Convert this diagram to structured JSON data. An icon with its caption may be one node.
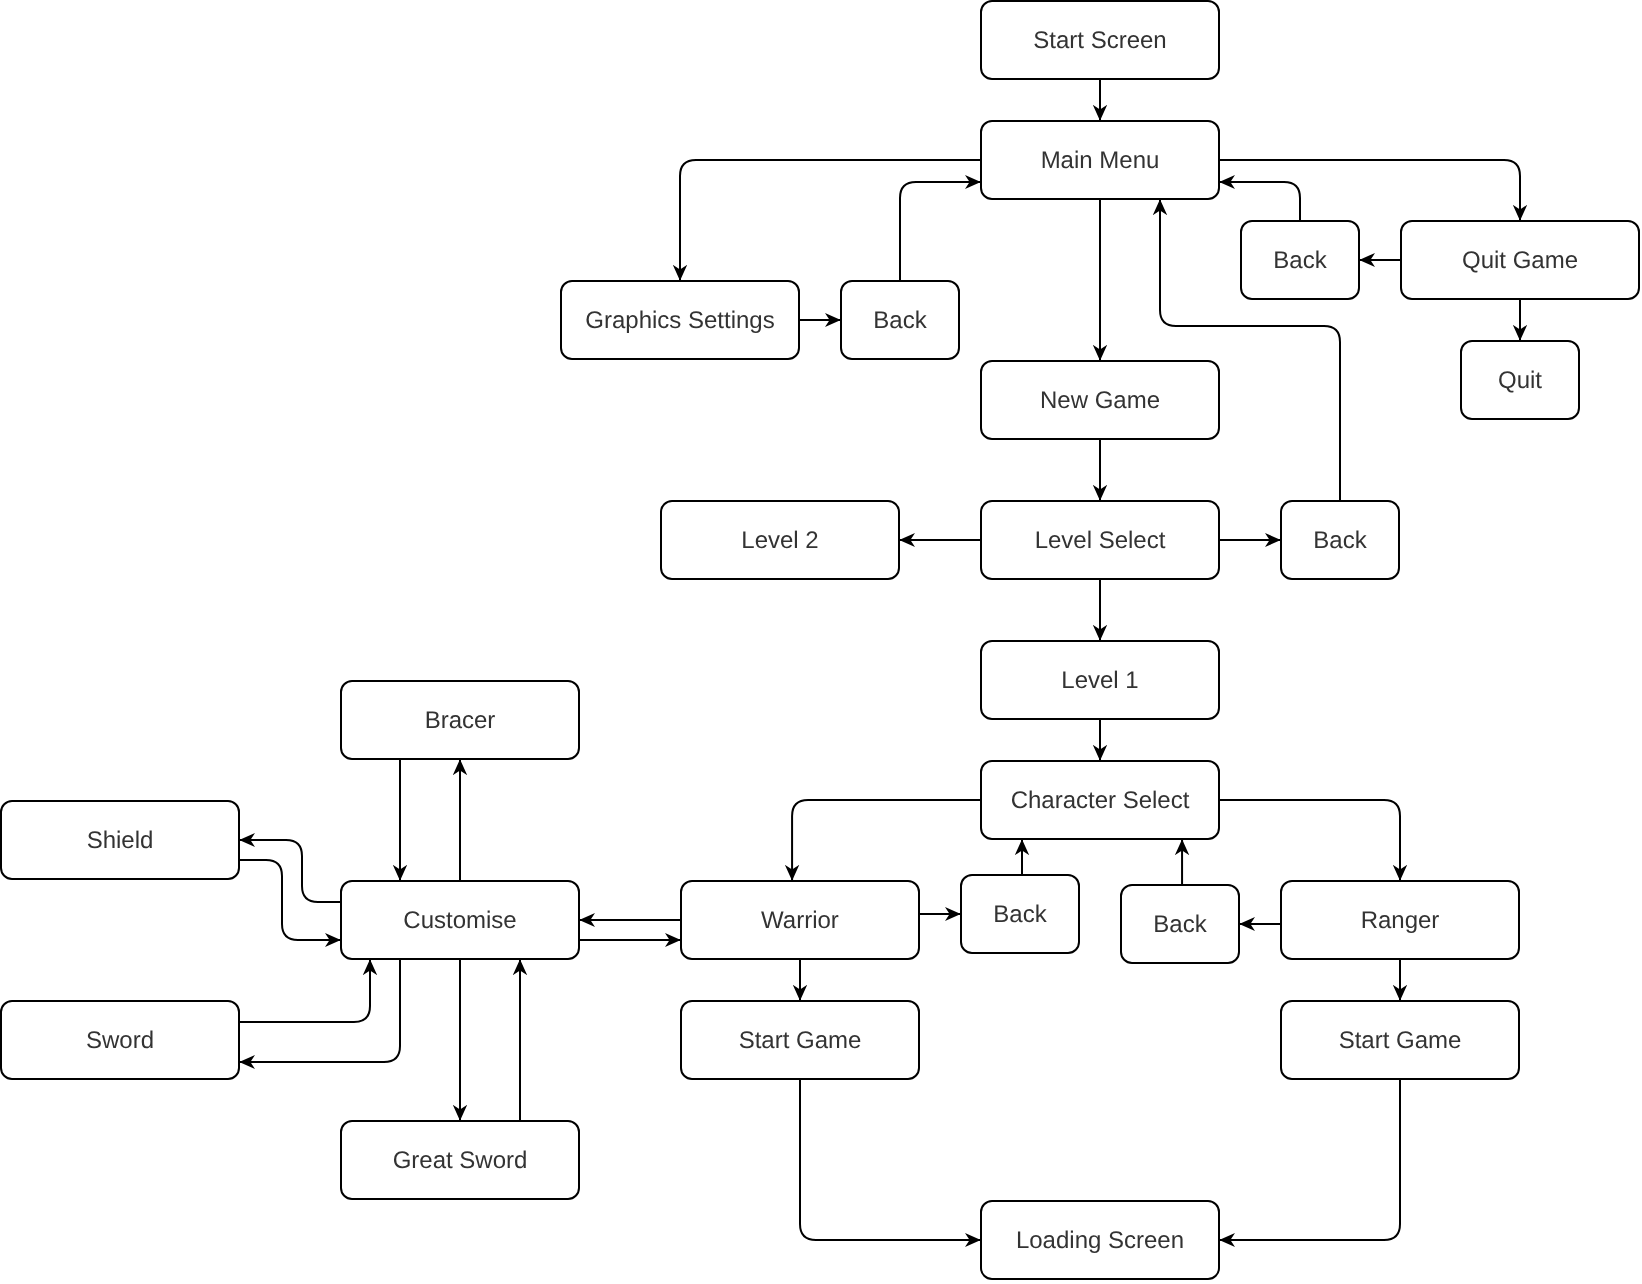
{
  "diagram": {
    "nodes": [
      {
        "text": [
          "Start Screen"
        ]
      },
      {
        "text": [
          "Main Menu"
        ]
      },
      {
        "text": [
          "Graphics Settings"
        ]
      },
      {
        "text": [
          "Back"
        ]
      },
      {
        "text": [
          "Back"
        ]
      },
      {
        "text": [
          "Quit Game"
        ]
      },
      {
        "text": [
          "Quit"
        ]
      },
      {
        "text": [
          "New Game"
        ]
      },
      {
        "text": [
          "Level 2"
        ]
      },
      {
        "text": [
          "Level Select"
        ]
      },
      {
        "text": [
          "Back"
        ]
      },
      {
        "text": [
          "Level 1"
        ]
      },
      {
        "text": [
          "Bracer"
        ]
      },
      {
        "text": [
          "Character Select"
        ]
      },
      {
        "text": [
          "Shield"
        ]
      },
      {
        "text": [
          "Customise"
        ]
      },
      {
        "text": [
          "Warrior"
        ]
      },
      {
        "text": [
          "Back"
        ]
      },
      {
        "text": [
          "Back"
        ]
      },
      {
        "text": [
          "Ranger"
        ]
      },
      {
        "text": [
          "Sword"
        ]
      },
      {
        "text": [
          "Start Game"
        ]
      },
      {
        "text": [
          "Start Game"
        ]
      },
      {
        "text": [
          "Great Sword"
        ]
      },
      {
        "text": [
          "Loading Screen"
        ]
      }
    ],
    "edges": [
      {
        "from": 0,
        "to": 1,
        "arrow": "to"
      },
      {
        "from": 1,
        "to": 2,
        "arrow": "to"
      },
      {
        "from": 2,
        "to": 3,
        "arrow": "to"
      },
      {
        "from": 3,
        "to": 1,
        "arrow": "to"
      },
      {
        "from": 1,
        "to": 5,
        "arrow": "to"
      },
      {
        "from": 5,
        "to": 4,
        "arrow": "to"
      },
      {
        "from": 4,
        "to": 1,
        "arrow": "to"
      },
      {
        "from": 5,
        "to": 6,
        "arrow": "to"
      },
      {
        "from": 1,
        "to": 7,
        "arrow": "to"
      },
      {
        "from": 10,
        "to": 1,
        "arrow": "to"
      },
      {
        "from": 7,
        "to": 9,
        "arrow": "to"
      },
      {
        "from": 9,
        "to": 8,
        "arrow": "to"
      },
      {
        "from": 9,
        "to": 10,
        "arrow": "to"
      },
      {
        "from": 9,
        "to": 11,
        "arrow": "to"
      },
      {
        "from": 11,
        "to": 13,
        "arrow": "to"
      },
      {
        "from": 13,
        "to": 16,
        "arrow": "to"
      },
      {
        "from": 13,
        "to": 19,
        "arrow": "to"
      },
      {
        "from": 16,
        "to": 17,
        "arrow": "to"
      },
      {
        "from": 17,
        "to": 13,
        "arrow": "to"
      },
      {
        "from": 19,
        "to": 18,
        "arrow": "to"
      },
      {
        "from": 18,
        "to": 13,
        "arrow": "to"
      },
      {
        "from": 16,
        "to": 21,
        "arrow": "to"
      },
      {
        "from": 19,
        "to": 22,
        "arrow": "to"
      },
      {
        "from": 21,
        "to": 24,
        "arrow": "to"
      },
      {
        "from": 22,
        "to": 24,
        "arrow": "to"
      },
      {
        "from": 16,
        "to": 15,
        "arrow": "to"
      },
      {
        "from": 15,
        "to": 16,
        "arrow": "to"
      },
      {
        "from": 12,
        "to": 15,
        "arrow": "to"
      },
      {
        "from": 15,
        "to": 12,
        "arrow": "to"
      },
      {
        "from": 15,
        "to": 23,
        "arrow": "to"
      },
      {
        "from": 23,
        "to": 15,
        "arrow": "to"
      },
      {
        "from": 15,
        "to": 14,
        "arrow": "to"
      },
      {
        "from": 14,
        "to": 15,
        "arrow": "to"
      },
      {
        "from": 20,
        "to": 15,
        "arrow": "to"
      },
      {
        "from": 15,
        "to": 20,
        "arrow": "to"
      }
    ]
  }
}
